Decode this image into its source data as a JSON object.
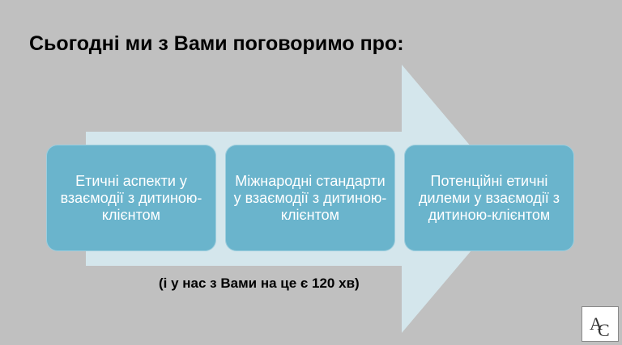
{
  "slide": {
    "title": "Сьогодні ми з Вами поговоримо про:",
    "steps": [
      {
        "label": "Етичні аспекти у взаємодії з дитиною-клієнтом"
      },
      {
        "label": "Міжнародні стандарти у взаємодії з дитиною-клієнтом"
      },
      {
        "label": "Потенційні етичні дилеми у взаємодії з дитиною-клієнтом"
      }
    ],
    "note": "(і у нас з Вами на це є 120 хв)",
    "logo_text": "AC"
  },
  "colors": {
    "background": "#c0c0c0",
    "arrow": "#d4e6ec",
    "box": "#6ab4cc",
    "box_text": "#ffffff"
  },
  "icons": {
    "arrow": "right-arrow-shape",
    "logo": "ac-monogram-logo"
  }
}
